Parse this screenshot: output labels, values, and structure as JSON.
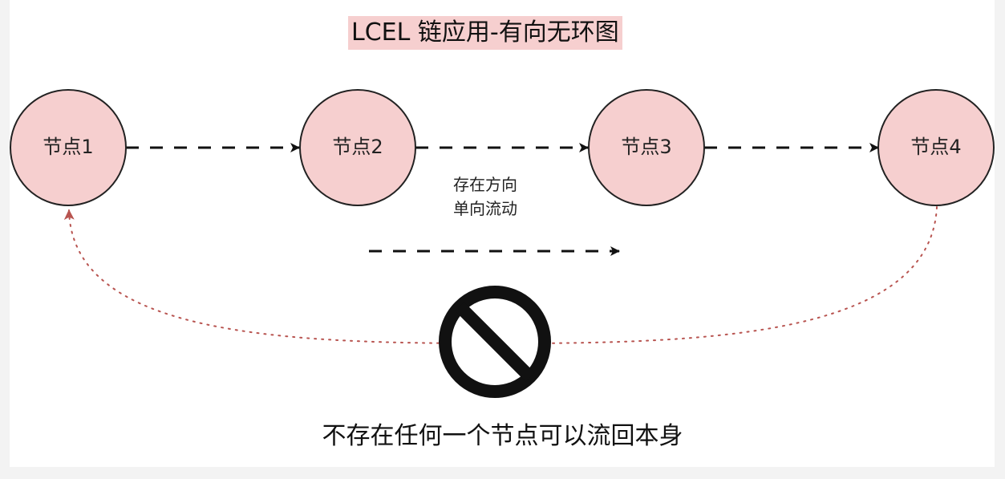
{
  "title": "LCEL 链应用-有向无环图",
  "nodes": [
    {
      "label": "节点1"
    },
    {
      "label": "节点2"
    },
    {
      "label": "节点3"
    },
    {
      "label": "节点4"
    }
  ],
  "direction_note": {
    "line1": "存在方向",
    "line2": "单向流动"
  },
  "prohibition_caption": "不存在任何一个节点可以流回本身",
  "colors": {
    "node_fill": "#f6cfcf",
    "node_stroke": "#222222",
    "return_arc": "#b85450",
    "title_bg": "#f6cfcf"
  },
  "icons": [
    "arrow-right-icon",
    "prohibition-icon"
  ]
}
